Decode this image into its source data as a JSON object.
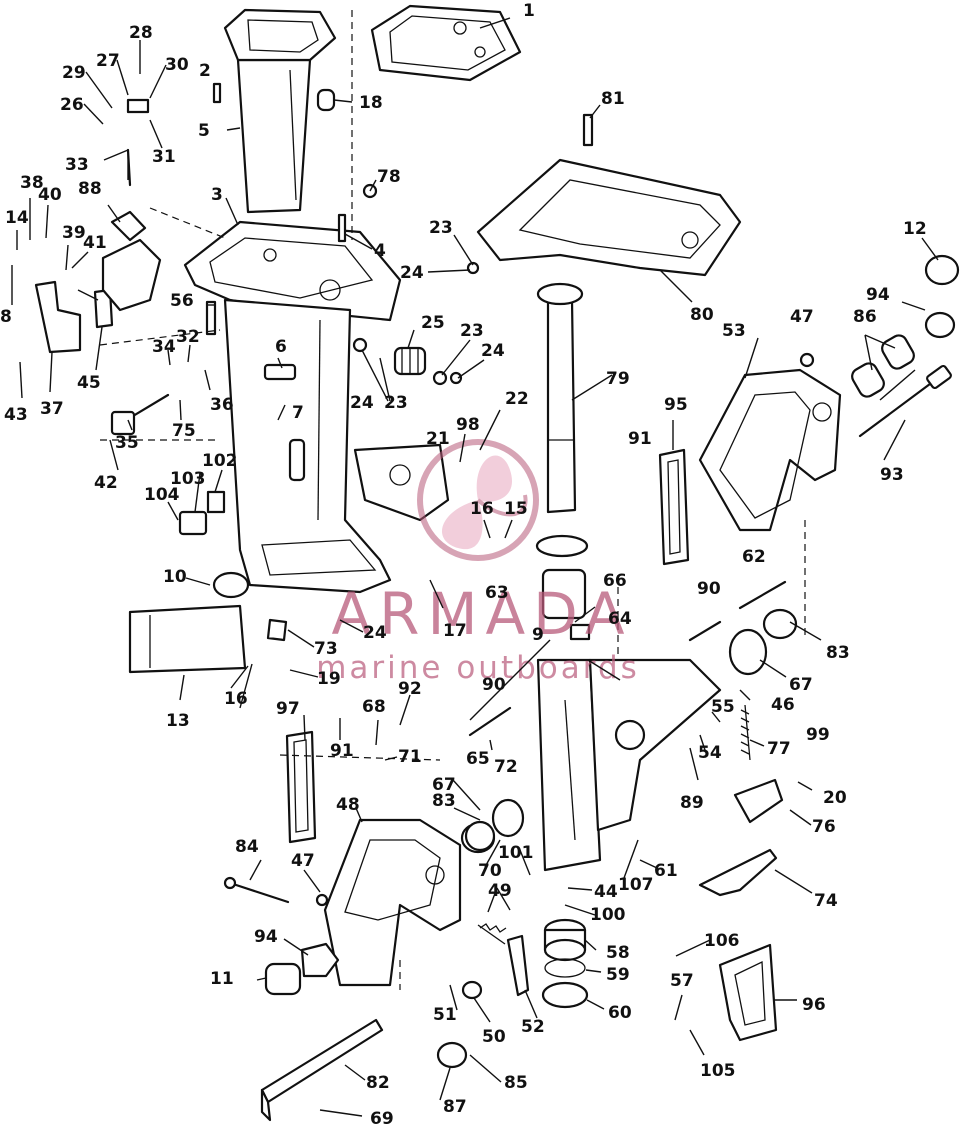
{
  "watermark": {
    "title": "ARMADA",
    "subtitle": "marine outboards",
    "color": "#b85a7a"
  },
  "callouts": [
    {
      "id": "c1",
      "text": "1"
    },
    {
      "id": "c2",
      "text": "2"
    },
    {
      "id": "c3",
      "text": "3"
    },
    {
      "id": "c4",
      "text": "4"
    },
    {
      "id": "c5",
      "text": "5"
    },
    {
      "id": "c6",
      "text": "6"
    },
    {
      "id": "c7",
      "text": "7"
    },
    {
      "id": "c8",
      "text": "8"
    },
    {
      "id": "c9",
      "text": "9"
    },
    {
      "id": "c10",
      "text": "10"
    },
    {
      "id": "c11",
      "text": "11"
    },
    {
      "id": "c12",
      "text": "12"
    },
    {
      "id": "c13",
      "text": "13"
    },
    {
      "id": "c14",
      "text": "14"
    },
    {
      "id": "c15",
      "text": "15"
    },
    {
      "id": "c16a",
      "text": "16"
    },
    {
      "id": "c16b",
      "text": "16"
    },
    {
      "id": "c17",
      "text": "17"
    },
    {
      "id": "c18",
      "text": "18"
    },
    {
      "id": "c19",
      "text": "19"
    },
    {
      "id": "c20",
      "text": "20"
    },
    {
      "id": "c21",
      "text": "21"
    },
    {
      "id": "c22",
      "text": "22"
    },
    {
      "id": "c23a",
      "text": "23"
    },
    {
      "id": "c23b",
      "text": "23"
    },
    {
      "id": "c23c",
      "text": "23"
    },
    {
      "id": "c24a",
      "text": "24"
    },
    {
      "id": "c24b",
      "text": "24"
    },
    {
      "id": "c24c",
      "text": "24"
    },
    {
      "id": "c24d",
      "text": "24"
    },
    {
      "id": "c25",
      "text": "25"
    },
    {
      "id": "c26",
      "text": "26"
    },
    {
      "id": "c27",
      "text": "27"
    },
    {
      "id": "c28",
      "text": "28"
    },
    {
      "id": "c29",
      "text": "29"
    },
    {
      "id": "c30",
      "text": "30"
    },
    {
      "id": "c31",
      "text": "31"
    },
    {
      "id": "c32",
      "text": "32"
    },
    {
      "id": "c33",
      "text": "33"
    },
    {
      "id": "c34",
      "text": "34"
    },
    {
      "id": "c35",
      "text": "35"
    },
    {
      "id": "c36",
      "text": "36"
    },
    {
      "id": "c37",
      "text": "37"
    },
    {
      "id": "c38",
      "text": "38"
    },
    {
      "id": "c39",
      "text": "39"
    },
    {
      "id": "c40",
      "text": "40"
    },
    {
      "id": "c41",
      "text": "41"
    },
    {
      "id": "c42",
      "text": "42"
    },
    {
      "id": "c43",
      "text": "43"
    },
    {
      "id": "c44",
      "text": "44"
    },
    {
      "id": "c45",
      "text": "45"
    },
    {
      "id": "c46",
      "text": "46"
    },
    {
      "id": "c47a",
      "text": "47"
    },
    {
      "id": "c47b",
      "text": "47"
    },
    {
      "id": "c48",
      "text": "48"
    },
    {
      "id": "c49",
      "text": "49"
    },
    {
      "id": "c50",
      "text": "50"
    },
    {
      "id": "c51",
      "text": "51"
    },
    {
      "id": "c52",
      "text": "52"
    },
    {
      "id": "c53",
      "text": "53"
    },
    {
      "id": "c54",
      "text": "54"
    },
    {
      "id": "c55",
      "text": "55"
    },
    {
      "id": "c56",
      "text": "56"
    },
    {
      "id": "c57",
      "text": "57"
    },
    {
      "id": "c58",
      "text": "58"
    },
    {
      "id": "c59",
      "text": "59"
    },
    {
      "id": "c60",
      "text": "60"
    },
    {
      "id": "c61",
      "text": "61"
    },
    {
      "id": "c62",
      "text": "62"
    },
    {
      "id": "c63",
      "text": "63"
    },
    {
      "id": "c64",
      "text": "64"
    },
    {
      "id": "c65",
      "text": "65"
    },
    {
      "id": "c66",
      "text": "66"
    },
    {
      "id": "c67a",
      "text": "67"
    },
    {
      "id": "c67b",
      "text": "67"
    },
    {
      "id": "c68",
      "text": "68"
    },
    {
      "id": "c69",
      "text": "69"
    },
    {
      "id": "c70",
      "text": "70"
    },
    {
      "id": "c71",
      "text": "71"
    },
    {
      "id": "c72",
      "text": "72"
    },
    {
      "id": "c73",
      "text": "73"
    },
    {
      "id": "c74",
      "text": "74"
    },
    {
      "id": "c75",
      "text": "75"
    },
    {
      "id": "c76",
      "text": "76"
    },
    {
      "id": "c77",
      "text": "77"
    },
    {
      "id": "c78",
      "text": "78"
    },
    {
      "id": "c79",
      "text": "79"
    },
    {
      "id": "c80",
      "text": "80"
    },
    {
      "id": "c81",
      "text": "81"
    },
    {
      "id": "c82",
      "text": "82"
    },
    {
      "id": "c83a",
      "text": "83"
    },
    {
      "id": "c83b",
      "text": "83"
    },
    {
      "id": "c84",
      "text": "84"
    },
    {
      "id": "c85",
      "text": "85"
    },
    {
      "id": "c86",
      "text": "86"
    },
    {
      "id": "c87",
      "text": "87"
    },
    {
      "id": "c88",
      "text": "88"
    },
    {
      "id": "c89",
      "text": "89"
    },
    {
      "id": "c90a",
      "text": "90"
    },
    {
      "id": "c90b",
      "text": "90"
    },
    {
      "id": "c91a",
      "text": "91"
    },
    {
      "id": "c91b",
      "text": "91"
    },
    {
      "id": "c92",
      "text": "92"
    },
    {
      "id": "c93",
      "text": "93"
    },
    {
      "id": "c94a",
      "text": "94"
    },
    {
      "id": "c94b",
      "text": "94"
    },
    {
      "id": "c95",
      "text": "95"
    },
    {
      "id": "c96",
      "text": "96"
    },
    {
      "id": "c97",
      "text": "97"
    },
    {
      "id": "c98",
      "text": "98"
    },
    {
      "id": "c99",
      "text": "99"
    },
    {
      "id": "c100",
      "text": "100"
    },
    {
      "id": "c101",
      "text": "101"
    },
    {
      "id": "c102",
      "text": "102"
    },
    {
      "id": "c103",
      "text": "103"
    },
    {
      "id": "c104",
      "text": "104"
    },
    {
      "id": "c105",
      "text": "105"
    },
    {
      "id": "c106",
      "text": "106"
    },
    {
      "id": "c107",
      "text": "107"
    }
  ]
}
